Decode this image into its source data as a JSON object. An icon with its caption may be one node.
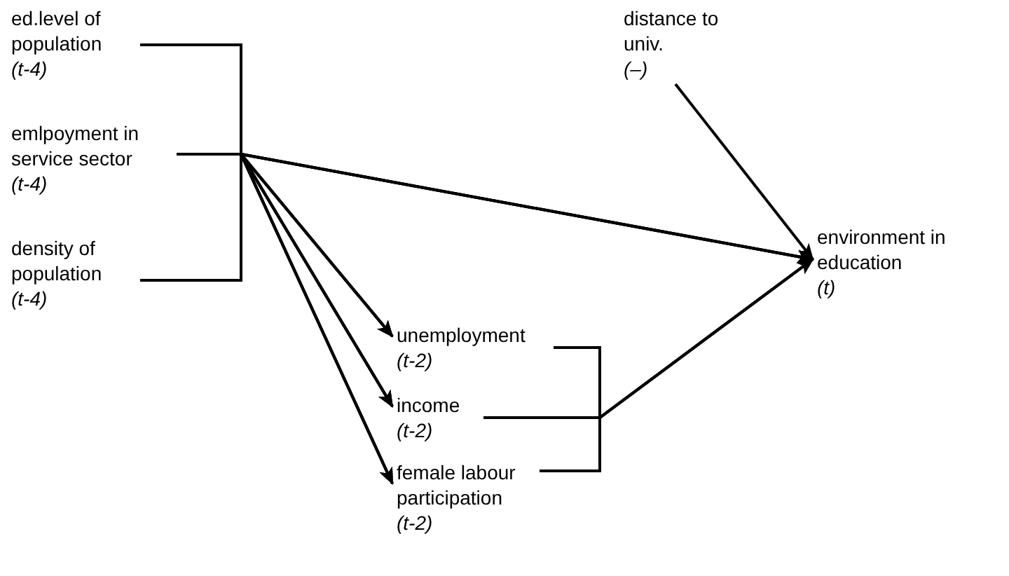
{
  "diagram": {
    "nodes": [
      {
        "text": [
          "ed.level of population",
          "(t-4)"
        ]
      },
      {
        "text": [
          "emlpoyment in service sector",
          "(t-4)"
        ]
      },
      {
        "text": [
          "density of population",
          "(t-4)"
        ]
      },
      {
        "text": [
          "distance to univ.",
          "(–)"
        ]
      },
      {
        "text": [
          "unemployment",
          "(t-2)"
        ]
      },
      {
        "text": [
          "income",
          "(t-2)"
        ]
      },
      {
        "text": [
          "female labour participation",
          "(t-2)"
        ]
      },
      {
        "text": [
          "environment in education",
          "(t)"
        ]
      }
    ],
    "edges": [
      {
        "from": 0,
        "to": 7,
        "arrow": "to"
      },
      {
        "from": 1,
        "to": 7,
        "arrow": "to"
      },
      {
        "from": 2,
        "to": 7,
        "arrow": "to"
      },
      {
        "from": 0,
        "to": 4,
        "arrow": "to"
      },
      {
        "from": 1,
        "to": 4,
        "arrow": "to"
      },
      {
        "from": 2,
        "to": 4,
        "arrow": "to"
      },
      {
        "from": 0,
        "to": 5,
        "arrow": "to"
      },
      {
        "from": 1,
        "to": 5,
        "arrow": "to"
      },
      {
        "from": 2,
        "to": 5,
        "arrow": "to"
      },
      {
        "from": 0,
        "to": 6,
        "arrow": "to"
      },
      {
        "from": 1,
        "to": 6,
        "arrow": "to"
      },
      {
        "from": 2,
        "to": 6,
        "arrow": "to"
      },
      {
        "from": 3,
        "to": 7,
        "arrow": "to"
      },
      {
        "from": 4,
        "to": 7,
        "arrow": "to"
      },
      {
        "from": 5,
        "to": 7,
        "arrow": "to"
      },
      {
        "from": 6,
        "to": 7,
        "arrow": "to"
      }
    ]
  }
}
